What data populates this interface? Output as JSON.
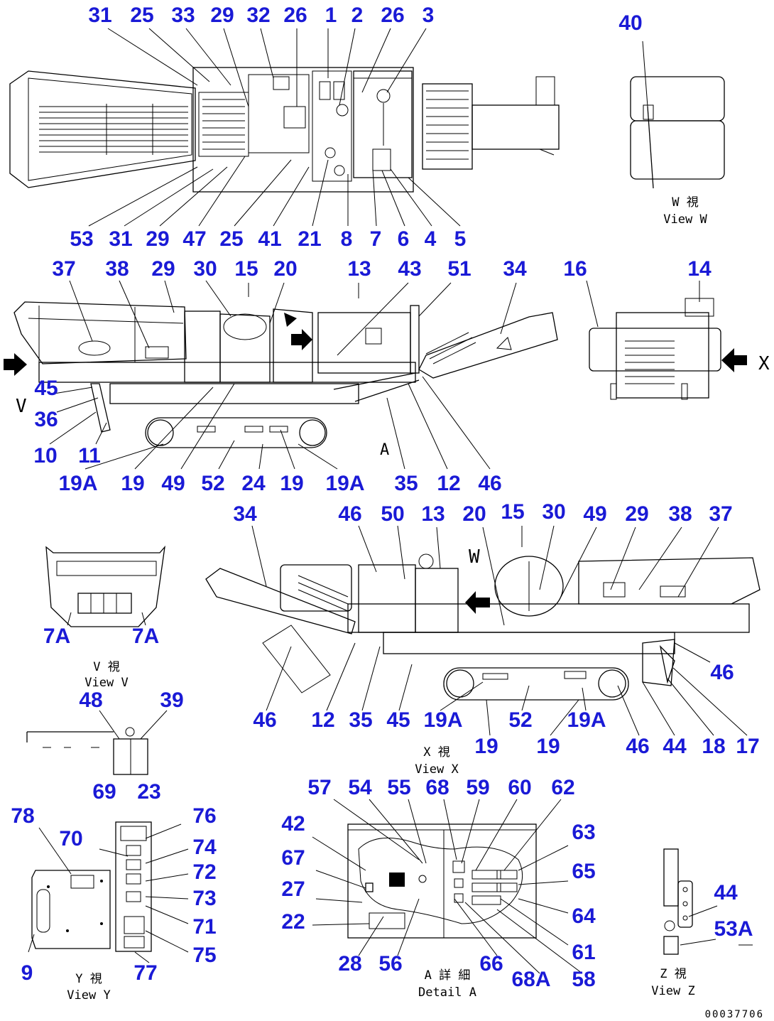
{
  "callouts": {
    "top_view_upper": [
      "31",
      "25",
      "33",
      "29",
      "32",
      "26",
      "1",
      "2",
      "26",
      "3"
    ],
    "top_view_lower": [
      "53",
      "31",
      "29",
      "47",
      "25",
      "41",
      "21",
      "8",
      "7",
      "6",
      "4",
      "5"
    ],
    "view_w_number": "40",
    "side_view_upper": [
      "37",
      "38",
      "29",
      "30",
      "15",
      "20",
      "13",
      "43",
      "51",
      "34",
      "16",
      "14"
    ],
    "side_view_left": [
      "45",
      "36",
      "10",
      "11"
    ],
    "side_view_lower": [
      "19A",
      "19",
      "49",
      "52",
      "24",
      "19",
      "19A",
      "35",
      "12",
      "46"
    ],
    "rear_view_upper": [
      "34",
      "46",
      "50",
      "13",
      "20",
      "15",
      "30",
      "49",
      "29",
      "38",
      "37"
    ],
    "rear_view_right": [
      "46"
    ],
    "rear_view_lower": [
      "46",
      "12",
      "35",
      "45",
      "19A",
      "52",
      "19A",
      "46",
      "44",
      "18",
      "17",
      "19",
      "19"
    ],
    "view_v_numbers": [
      "7A",
      "7A"
    ],
    "view_y_top": [
      "48",
      "39"
    ],
    "view_y_panel_top": [
      "69",
      "23"
    ],
    "view_y_left": [
      "78",
      "70",
      "9"
    ],
    "view_y_right": [
      "76",
      "74",
      "72",
      "73",
      "71",
      "75",
      "77"
    ],
    "detail_a_top": [
      "57",
      "54",
      "55",
      "68",
      "59",
      "60",
      "62"
    ],
    "detail_a_left": [
      "42",
      "67",
      "27",
      "22"
    ],
    "detail_a_right": [
      "63",
      "65",
      "64",
      "61",
      "58"
    ],
    "detail_a_bottom": [
      "28",
      "56",
      "66",
      "68A"
    ],
    "view_z": [
      "44",
      "53A"
    ]
  },
  "letters": {
    "arrow_v": "V",
    "arrow_x": "X",
    "arrow_w": "W",
    "section_a": "A"
  },
  "captions": {
    "view_w_jp": "W  視",
    "view_w_en": "View W",
    "view_v_jp": "V  視",
    "view_v_en": "View V",
    "view_x_jp": "X  視",
    "view_x_en": "View X",
    "view_y_jp": "Y  視",
    "view_y_en": "View Y",
    "detail_a_jp": "A 詳 細",
    "detail_a_en": "Detail A",
    "view_z_jp": "Z  視",
    "view_z_en": "View Z"
  },
  "document_id": "00037706",
  "colors": {
    "callout": "#1a1ad6",
    "line": "#000000",
    "background": "#ffffff"
  }
}
